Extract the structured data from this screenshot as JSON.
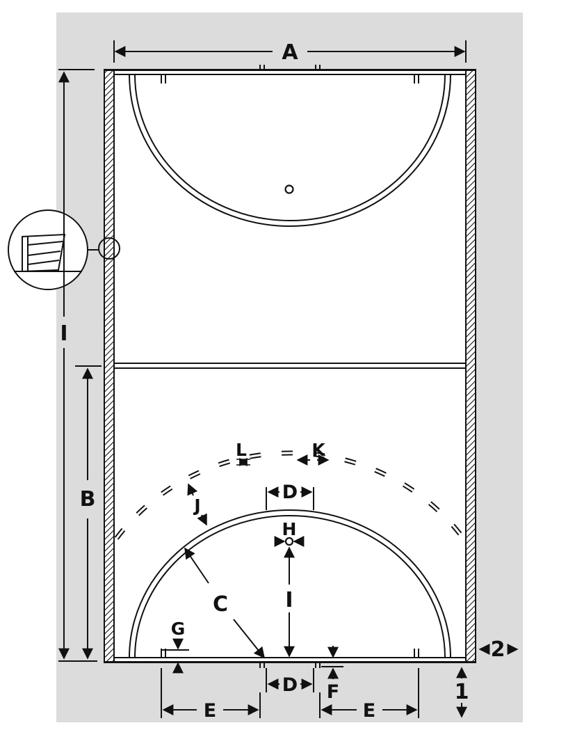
{
  "labels": {
    "A": "A",
    "B": "B",
    "C": "C",
    "D_top": "D",
    "D_bottom": "D",
    "E_left": "E",
    "E_right": "E",
    "F": "F",
    "G": "G",
    "H": "H",
    "I_left": "I",
    "I_inner": "I",
    "J": "J",
    "K": "K",
    "L": "L",
    "one": "1",
    "two": "2"
  },
  "colors": {
    "background_panel": "#dcdcdc",
    "court_fill": "#ffffff",
    "line": "#111111"
  }
}
